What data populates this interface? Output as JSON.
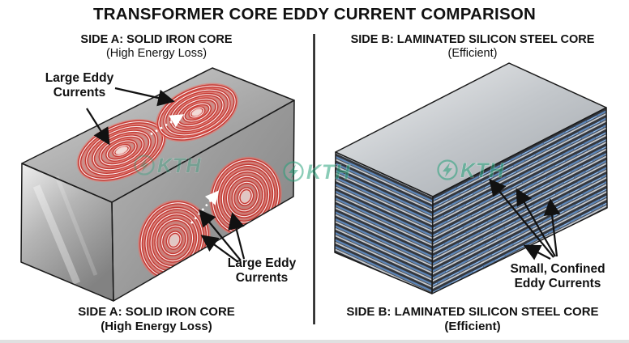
{
  "title": "TRANSFORMER CORE EDDY CURRENT COMPARISON",
  "side_a": {
    "heading": "SIDE A: SOLID IRON CORE",
    "subheading": "(High Energy Loss)",
    "label_top_line1": "Large Eddy",
    "label_top_line2": "Currents",
    "label_bottom_line1": "Large Eddy",
    "label_bottom_line2": "Currents",
    "caption": "SIDE A: SOLID IRON CORE",
    "caption_sub": "(High Energy Loss)"
  },
  "side_b": {
    "heading": "SIDE B: LAMINATED SILICON STEEL CORE",
    "subheading": "(Efficient)",
    "label_line1": "Small, Confined",
    "label_line2": "Eddy Currents",
    "caption": "SIDE B: LAMINATED SILICON STEEL CORE",
    "caption_sub": "(Efficient)"
  },
  "watermark": {
    "text": "KTH",
    "icon": "lightning-bolt-icon",
    "color": "#2ba37d"
  },
  "colors": {
    "eddy_current_red": "#c4342e",
    "lamination_blue": "#5b86bb",
    "confined_eddy_blue": "#9cc4f0",
    "core_gray": "#a8a8a8",
    "steel_silver": "#c7cbd1",
    "divider": "#111111",
    "text": "#111111"
  }
}
